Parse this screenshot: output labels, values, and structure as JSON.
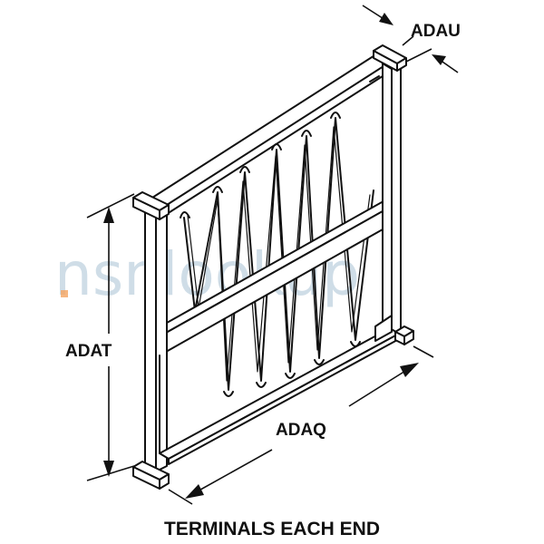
{
  "watermark": {
    "text": "nsnlookup",
    "color": "#a9c2d4",
    "dot_color": "#f4a460"
  },
  "dimensions": {
    "depth": "ADAU",
    "height": "ADAT",
    "length": "ADAQ"
  },
  "caption": "TERMINALS EACH END"
}
